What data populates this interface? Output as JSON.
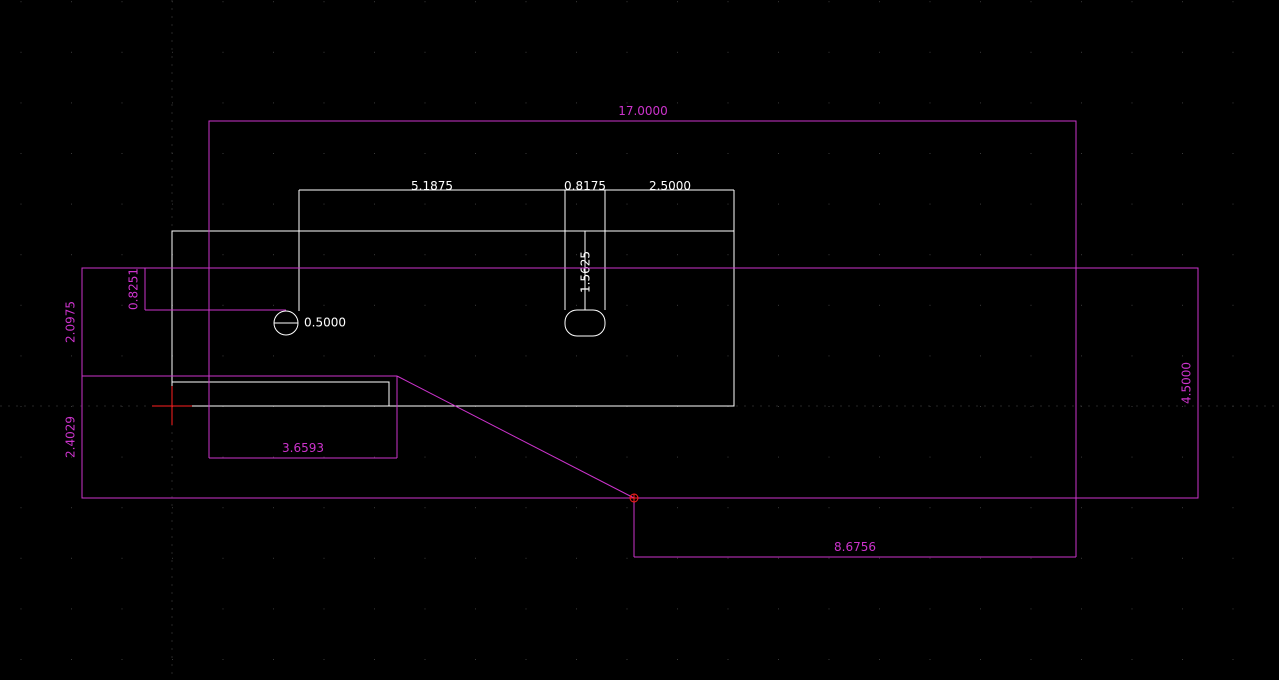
{
  "colors": {
    "background": "#000000",
    "grid_dot": "#3a3a3a",
    "axis_line": "#2a2a2a",
    "geometry": "#ffffff",
    "dimension": "#cc33cc",
    "cursor": "#ff2020"
  },
  "dimensions": {
    "overall_length": "17.0000",
    "hole_offset_x": "5.1875",
    "slot_width": "0.8175",
    "slot_offset": "2.5000",
    "slot_length": "1.5625",
    "hole_offset_y": "0.8251",
    "hole_diameter": "0.5000",
    "left_height_upper": "2.0975",
    "left_height_lower": "2.4029",
    "notch_length": "3.6593",
    "right_height": "4.5000",
    "bottom_offset": "8.6756"
  },
  "icons": {
    "cursor": "crosshair-icon",
    "snap_marker": "snap-circle-icon"
  }
}
